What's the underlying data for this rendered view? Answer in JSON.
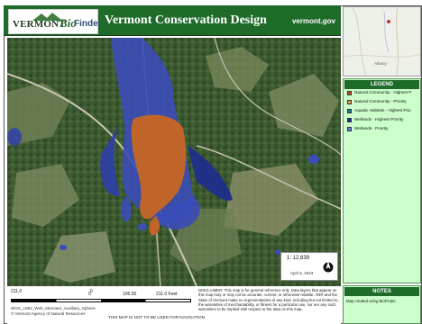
{
  "header": {
    "logo_state": "VERMONT",
    "logo_bio": "Bio",
    "logo_finder": "Finder",
    "title": "Vermont Conservation Design",
    "site": "vermont.gov"
  },
  "map": {
    "scale_ratio": "1: 12,639",
    "date": "April 6, 2023"
  },
  "inset_map": {
    "label": "Albany"
  },
  "legend": {
    "title": "LEGEND",
    "items": [
      {
        "label": "Natural Community - Highest P",
        "color": "#b5551f"
      },
      {
        "label": "Natural Community - Priority",
        "color": "#e2a15a"
      },
      {
        "label": "Aquatic Habitats - Highest Prio",
        "color": "#1b7f84"
      },
      {
        "label": "Wetlands - Highest Priority",
        "color": "#1f2f8a"
      },
      {
        "label": "Wetlands - Priority",
        "color": "#6a7ad0"
      }
    ]
  },
  "notes": {
    "title": "NOTES",
    "text": "Map created using BioFinder"
  },
  "footer": {
    "scale_left": "211.0",
    "scale_zero": "0",
    "scale_mid_low": "0",
    "scale_mid": "105.00",
    "scale_right": "211.0 Feet",
    "projection": "WGS_1984_Web_Mercator_Auxiliary_Sphere",
    "copyright": "© Vermont Agency of Natural Resources",
    "nav_warning": "THIS MAP IS NOT TO BE USED FOR NAVIGATION",
    "disclaimer": "DISCLAIMER: This map is for general reference only. Data layers that appear on this map may or may not be accurate, current, or otherwise reliable. ANR and the State of Vermont make no representations of any kind, including but not limited to, the warranties of merchantability, or fitness for a particular use, nor are any such warranties to be implied with respect to the data on this map."
  }
}
